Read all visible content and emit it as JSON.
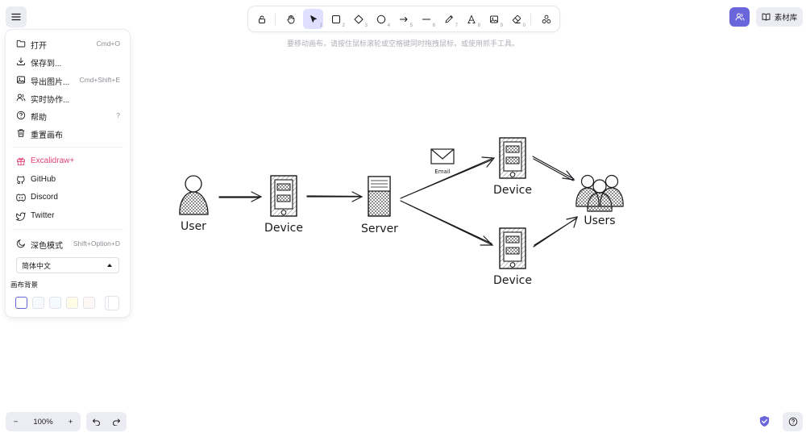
{
  "toolbar": {
    "tools": [
      {
        "name": "lock-icon",
        "key": ""
      },
      {
        "name": "hand-icon",
        "key": ""
      },
      {
        "name": "selection-icon",
        "key": "1"
      },
      {
        "name": "rectangle-icon",
        "key": "2"
      },
      {
        "name": "diamond-icon",
        "key": "3"
      },
      {
        "name": "ellipse-icon",
        "key": "4"
      },
      {
        "name": "arrow-icon",
        "key": "5"
      },
      {
        "name": "line-icon",
        "key": "6"
      },
      {
        "name": "pencil-icon",
        "key": "7"
      },
      {
        "name": "text-icon",
        "key": "8"
      },
      {
        "name": "image-icon",
        "key": "9"
      },
      {
        "name": "eraser-icon",
        "key": "0"
      },
      {
        "name": "shapes-icon",
        "key": ""
      }
    ]
  },
  "hint": "要移动画布，请按住鼠标滚轮或空格键同时拖拽鼠标，或使用抓手工具。",
  "library": {
    "label": "素材库"
  },
  "menu": {
    "items": [
      {
        "label": "打开",
        "shortcut": "Cmd+O",
        "icon": "folder-icon"
      },
      {
        "label": "保存到...",
        "shortcut": "",
        "icon": "download-icon"
      },
      {
        "label": "导出图片...",
        "shortcut": "Cmd+Shift+E",
        "icon": "export-image-icon"
      },
      {
        "label": "实时协作...",
        "shortcut": "",
        "icon": "users-icon"
      },
      {
        "label": "帮助",
        "shortcut": "?",
        "icon": "help-icon"
      },
      {
        "label": "重置画布",
        "shortcut": "",
        "icon": "trash-icon"
      }
    ],
    "links": [
      {
        "label": "Excalidraw+",
        "icon": "gift-icon"
      },
      {
        "label": "GitHub",
        "icon": "github-icon"
      },
      {
        "label": "Discord",
        "icon": "discord-icon"
      },
      {
        "label": "Twitter",
        "icon": "twitter-icon"
      }
    ],
    "dark_mode": {
      "label": "深色模式",
      "shortcut": "Shift+Option+D"
    },
    "language": "简体中文",
    "bg_label": "画布背景",
    "bg_swatches": [
      "#ffffff",
      "#f8f9fa",
      "#f5faff",
      "#fffce8",
      "#fdf8f6"
    ],
    "accent": "#6965db"
  },
  "zoom": {
    "value": "100%",
    "minus": "−",
    "plus": "+"
  },
  "diagram": {
    "labels": {
      "user": "User",
      "device1": "Device",
      "server": "Server",
      "device2": "Device",
      "device3": "Device",
      "users": "Users",
      "email": "Email"
    }
  }
}
